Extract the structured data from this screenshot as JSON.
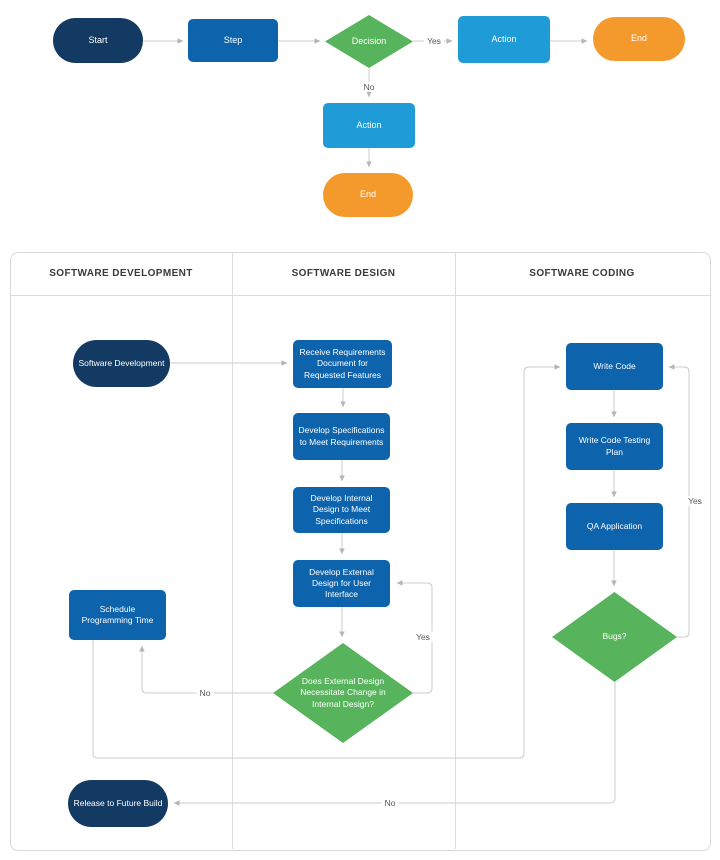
{
  "colors": {
    "navy": "#123a62",
    "blue": "#0d63ac",
    "light_blue": "#1f9cd8",
    "green": "#58b45c",
    "orange": "#f49a2d",
    "line": "#cccccc",
    "arrowhead": "#b5b5b5",
    "lane_border": "#dcdcdc",
    "header_text": "#3a3a3a",
    "edge_label_text": "#555555"
  },
  "top_flowchart": {
    "start": "Start",
    "step": "Step",
    "decision": "Decision",
    "action_yes": "Action",
    "end_yes": "End",
    "action_no": "Action",
    "end_no": "End",
    "label_yes": "Yes",
    "label_no": "No"
  },
  "swimlane": {
    "lane_titles": [
      "SOFTWARE DEVELOPMENT",
      "SOFTWARE DESIGN",
      "SOFTWARE CODING"
    ],
    "nodes": {
      "software_development": "Software Development",
      "receive_requirements": "Receive Requirements Document for Requested Features",
      "develop_specifications": "Develop Specifications to Meet Requirements",
      "develop_internal": "Develop Internal Design to Meet Specifications",
      "develop_external": "Develop External Design for User Interface",
      "change_decision": "Does External Design Necessitate Change in Internal Design?",
      "schedule_programming": "Schedule Programming Time",
      "release_future_build": "Release to Future Build",
      "write_code": "Write Code",
      "write_test_plan": "Write Code Testing Plan",
      "qa_application": "QA Application",
      "bugs_decision": "Bugs?"
    },
    "labels": {
      "design_yes": "Yes",
      "design_no": "No",
      "bugs_yes": "Yes",
      "bugs_no": "No"
    }
  }
}
